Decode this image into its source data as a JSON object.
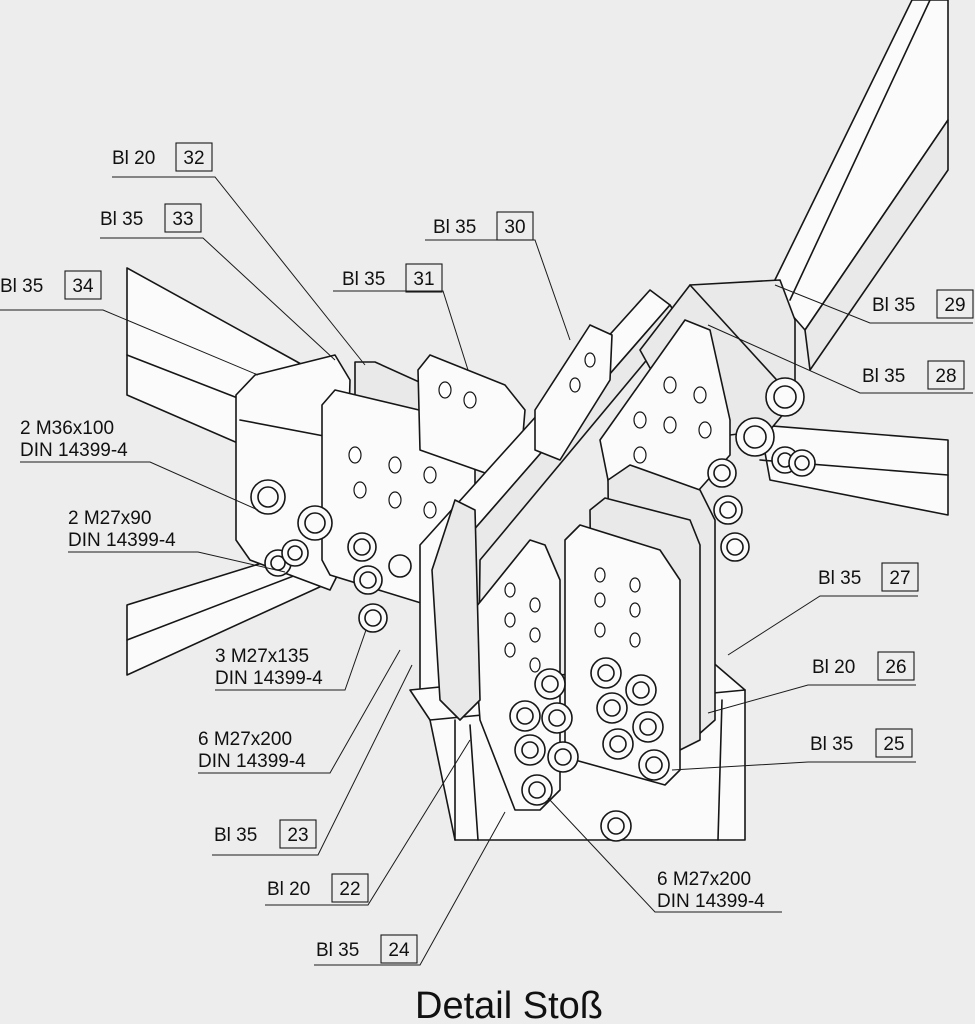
{
  "title": "Detail Stoß",
  "callouts": [
    {
      "id": "c32",
      "text": "Bl 20",
      "num": "32"
    },
    {
      "id": "c33",
      "text": "Bl 35",
      "num": "33"
    },
    {
      "id": "c34",
      "text": "Bl 35",
      "num": "34"
    },
    {
      "id": "c31",
      "text": "Bl 35",
      "num": "31"
    },
    {
      "id": "c30",
      "text": "Bl 35",
      "num": "30"
    },
    {
      "id": "c29",
      "text": "Bl 35",
      "num": "29"
    },
    {
      "id": "c28",
      "text": "Bl 35",
      "num": "28"
    },
    {
      "id": "c27",
      "text": "Bl 35",
      "num": "27"
    },
    {
      "id": "c26",
      "text": "Bl 20",
      "num": "26"
    },
    {
      "id": "c25",
      "text": "Bl 35",
      "num": "25"
    },
    {
      "id": "c23",
      "text": "Bl 35",
      "num": "23"
    },
    {
      "id": "c22",
      "text": "Bl 20",
      "num": "22"
    },
    {
      "id": "c24",
      "text": "Bl 35",
      "num": "24"
    }
  ],
  "bolt_notes": [
    {
      "id": "b1",
      "line1": "2 M36x100",
      "line2": "DIN 14399-4"
    },
    {
      "id": "b2",
      "line1": "2 M27x90",
      "line2": "DIN 14399-4"
    },
    {
      "id": "b3",
      "line1": "3 M27x135",
      "line2": "DIN 14399-4"
    },
    {
      "id": "b4",
      "line1": "6 M27x200",
      "line2": "DIN 14399-4"
    },
    {
      "id": "b5",
      "line1": "6 M27x200",
      "line2": "DIN 14399-4"
    }
  ]
}
